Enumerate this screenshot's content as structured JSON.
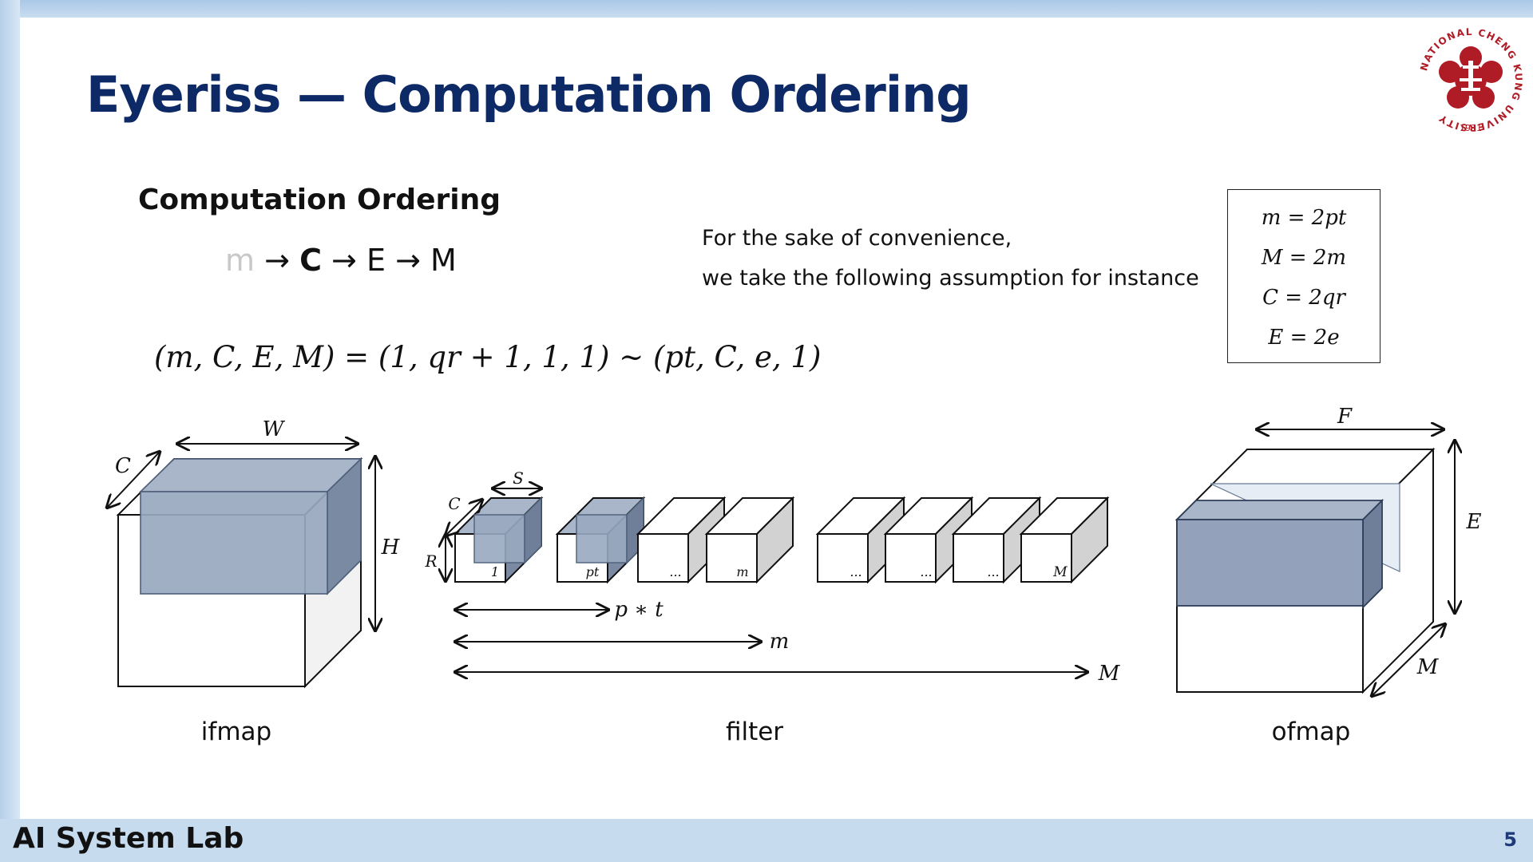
{
  "slide": {
    "title": "Eyeriss — Computation Ordering",
    "subtitle": "Computation Ordering",
    "order": {
      "m": "m",
      "c": "C",
      "e": "E",
      "bigm": "M",
      "arrow": "→"
    },
    "formula": "(m, C, E, M)  =  (1, qr + 1, 1, 1) ~ (pt, C, e, 1)",
    "note_line1": "For the sake of convenience,",
    "note_line2": "we take the following assumption for instance",
    "assumptions": [
      "m  = 2pt",
      "M  =  2m",
      "C  =  2qr",
      "E  =  2e"
    ],
    "footer_lab": "AI System Lab",
    "page_number": "5",
    "logo": {
      "icon": "university-seal-icon",
      "text": "NATIONAL CHENG KUNG UNIVERSITY",
      "year": "1931",
      "color": "#b01c26"
    }
  },
  "diagram": {
    "ifmap": {
      "caption": "ifmap",
      "label_w": "W",
      "label_c": "C",
      "label_h": "H"
    },
    "filter": {
      "caption": "filter",
      "label_s": "S",
      "label_c": "C",
      "label_r": "R",
      "box_labels": [
        "1",
        "pt",
        "...",
        "m",
        "...",
        "...",
        "...",
        "M"
      ],
      "arrow_pt": "p ∗ t",
      "arrow_m": "m",
      "arrow_bigm": "M"
    },
    "ofmap": {
      "caption": "ofmap",
      "label_f": "F",
      "label_e": "E",
      "label_m": "M"
    },
    "colors": {
      "highlight": "#7f93b2",
      "highlight_dark": "#6a7b96",
      "side_grey": "#cfcfcf",
      "title_navy": "#0e2a66"
    }
  }
}
